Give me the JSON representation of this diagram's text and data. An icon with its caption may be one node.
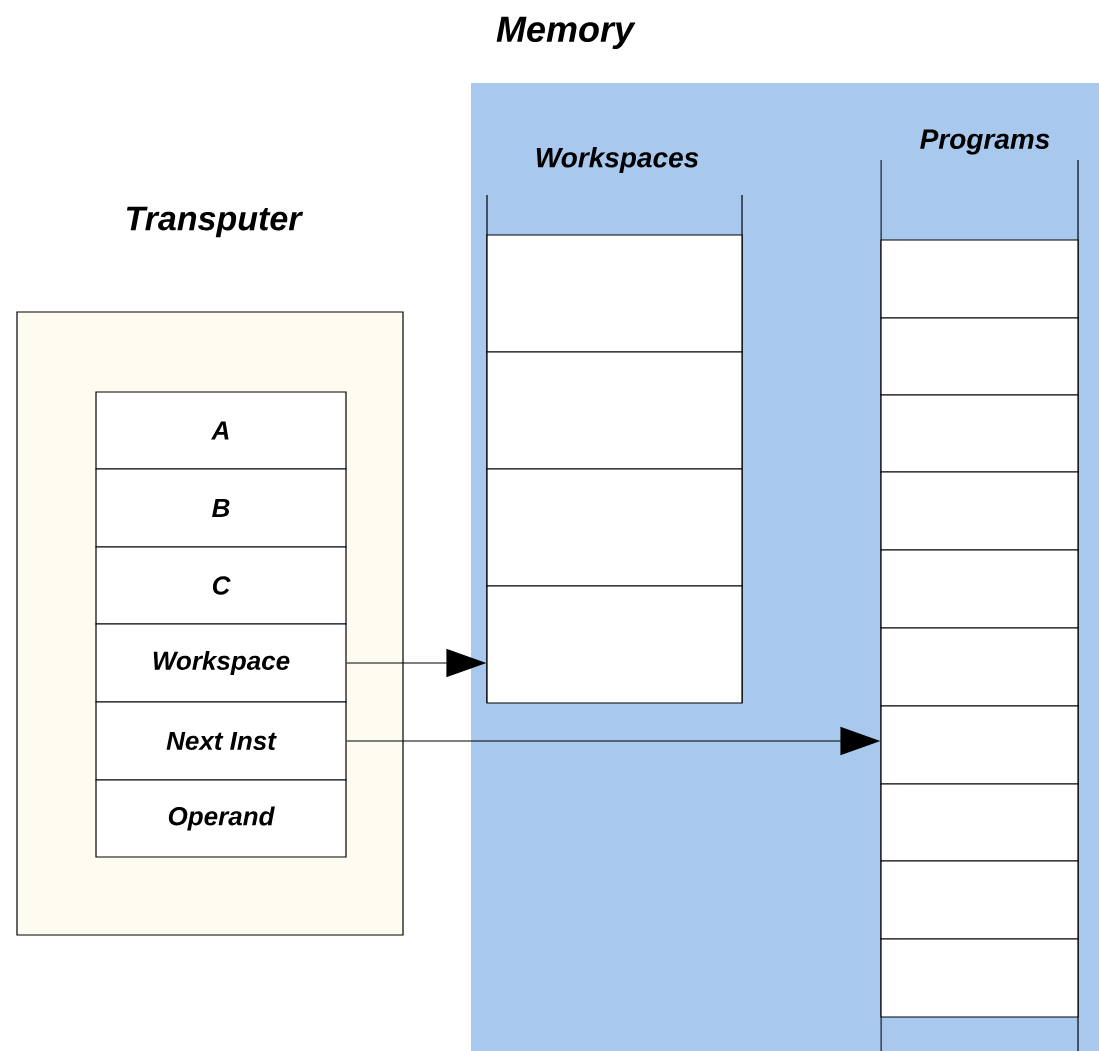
{
  "diagram": {
    "nodes": [
      {
        "text": [
          "Memory"
        ]
      },
      {
        "text": [
          "Workspaces"
        ],
        "in": 0
      },
      {
        "text": [],
        "shape": "box",
        "in": 1
      },
      {
        "text": [],
        "shape": "box",
        "in": 1
      },
      {
        "text": [],
        "shape": "box",
        "in": 1
      },
      {
        "text": [],
        "shape": "box",
        "in": 1
      },
      {
        "text": [
          "Programs"
        ],
        "in": 0
      },
      {
        "text": [],
        "shape": "box",
        "in": 6
      },
      {
        "text": [],
        "shape": "box",
        "in": 6
      },
      {
        "text": [],
        "shape": "box",
        "in": 6
      },
      {
        "text": [],
        "shape": "box",
        "in": 6
      },
      {
        "text": [],
        "shape": "box",
        "in": 6
      },
      {
        "text": [],
        "shape": "box",
        "in": 6
      },
      {
        "text": [],
        "shape": "box",
        "in": 6
      },
      {
        "text": [],
        "shape": "box",
        "in": 6
      },
      {
        "text": [],
        "shape": "box",
        "in": 6
      },
      {
        "text": [],
        "shape": "box",
        "in": 6
      },
      {
        "text": [
          "Transputer"
        ]
      },
      {
        "text": [
          "A"
        ],
        "in": 17
      },
      {
        "text": [
          "B"
        ],
        "in": 17
      },
      {
        "text": [
          "C"
        ],
        "in": 17
      },
      {
        "text": [
          "Workspace"
        ],
        "in": 17
      },
      {
        "text": [
          "Next Inst"
        ],
        "in": 17
      },
      {
        "text": [
          "Operand"
        ],
        "in": 17
      }
    ],
    "edges": [
      {
        "from": 21,
        "to": 5,
        "arrow": "to"
      },
      {
        "from": 22,
        "to": 13,
        "arrow": "to"
      }
    ]
  }
}
